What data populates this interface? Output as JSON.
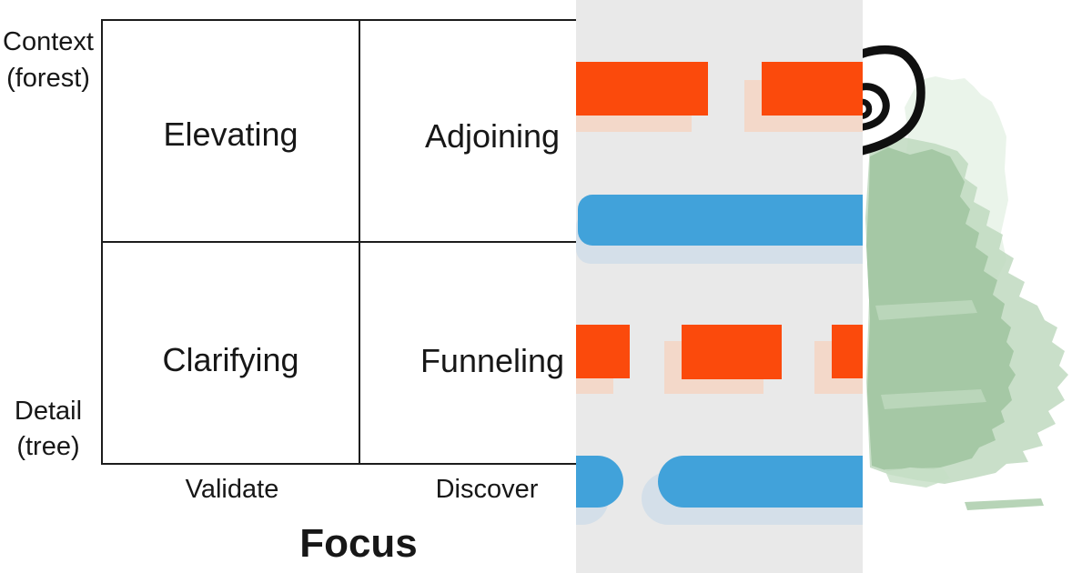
{
  "matrix": {
    "y_axis_top": {
      "line1": "Context",
      "line2": "(forest)"
    },
    "y_axis_bottom": {
      "line1": "Detail",
      "line2": "(tree)"
    },
    "x_axis": {
      "left": "Validate",
      "right": "Discover",
      "title": "Focus"
    },
    "quadrants": [
      {
        "position": "top-left",
        "label": "Elevating"
      },
      {
        "position": "top-right",
        "label": "Adjoining"
      },
      {
        "position": "bottom-left",
        "label": "Clarifying"
      },
      {
        "position": "bottom-right",
        "label": "Funneling"
      }
    ],
    "line_color": "#1c1c1c",
    "text_color": "#171717"
  },
  "overlay_panel": {
    "background": "#e9e9e9",
    "colors": {
      "orange": "#fb4a0c",
      "orange_shadow": "#f3d8c9",
      "blue": "#41a2da",
      "blue_shadow": "#d4dfe9"
    },
    "rows": [
      {
        "row": 1,
        "shapes": "two orange rectangles with pale drop shadows"
      },
      {
        "row": 2,
        "shapes": "full-width blue rounded bar with pale drop shadow"
      },
      {
        "row": 3,
        "shapes": "three orange rectangles with pale drop shadows"
      },
      {
        "row": 4,
        "shapes": "two blue pill-shaped bars with pale drop shadows"
      }
    ]
  },
  "artwork": {
    "tree_rings_icon": {
      "color": "#101010",
      "rings": 3
    },
    "watercolor_stroke": {
      "colors": [
        "#d9e9d9",
        "#c0d9c0",
        "#a5c8a5"
      ]
    }
  }
}
